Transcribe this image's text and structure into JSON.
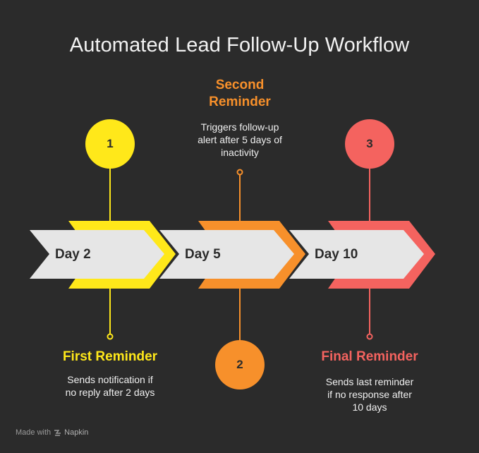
{
  "title": "Automated Lead Follow-Up Workflow",
  "colors": {
    "background": "#2b2b2b",
    "step1": "#ffe81a",
    "step2": "#f7902b",
    "step3": "#f4635f",
    "arrow_fill": "#e6e6e6"
  },
  "steps": [
    {
      "number": "1",
      "day": "Day 2",
      "label": "First Reminder",
      "description_lines": [
        "Sends notification if",
        "no reply after 2 days"
      ]
    },
    {
      "number": "2",
      "day": "Day 5",
      "label_lines": [
        "Second",
        "Reminder"
      ],
      "description_lines": [
        "Triggers follow-up",
        "alert after 5 days of",
        "inactivity"
      ]
    },
    {
      "number": "3",
      "day": "Day 10",
      "label": "Final Reminder",
      "description_lines": [
        "Sends last reminder",
        "if no response after",
        "10 days"
      ]
    }
  ],
  "footer": {
    "made_with": "Made with",
    "brand": "Napkin",
    "icon": "napkin-logo-icon"
  }
}
